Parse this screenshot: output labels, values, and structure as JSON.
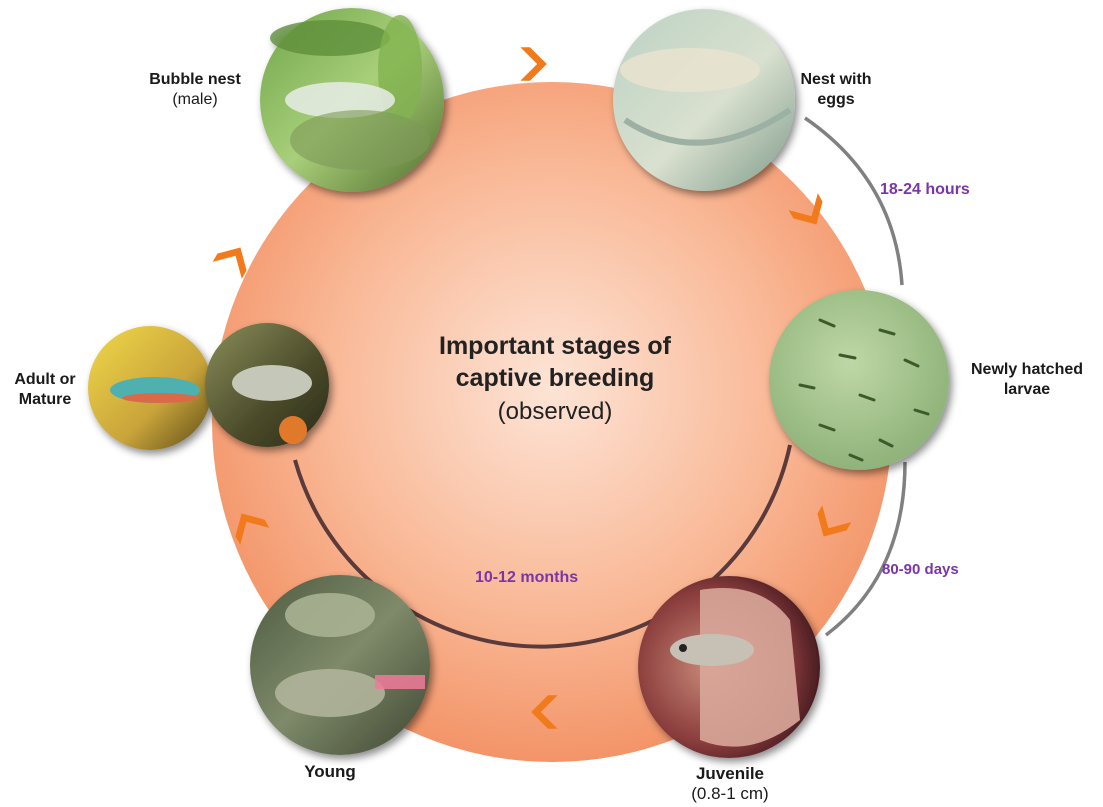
{
  "title": {
    "line1": "Important stages of",
    "line2": "captive breeding",
    "line3": "(observed)"
  },
  "stages": {
    "bubble_nest": {
      "name": "Bubble nest",
      "note": "(male)"
    },
    "nest_eggs": {
      "name_line1": "Nest with",
      "name_line2": "eggs"
    },
    "larvae": {
      "name_line1": "Newly hatched",
      "name_line2": "larvae"
    },
    "juvenile": {
      "name": "Juvenile",
      "note": "(0.8-1 cm)"
    },
    "young": {
      "name": "Young"
    },
    "adult": {
      "name_line1": "Adult or",
      "name_line2": "Mature"
    }
  },
  "durations": {
    "eggs_to_larvae": "18-24 hours",
    "larvae_to_juvenile": "80-90 days",
    "juvenile_to_adult": "10-12 months"
  },
  "colors": {
    "circle_light": "#fcd2bd",
    "circle_dark": "#f49a72",
    "arrow": "#f07a1c",
    "duration_text": "#7a35a8",
    "connector": "#7f7f7f",
    "inner_arc": "#5a3a3a"
  }
}
